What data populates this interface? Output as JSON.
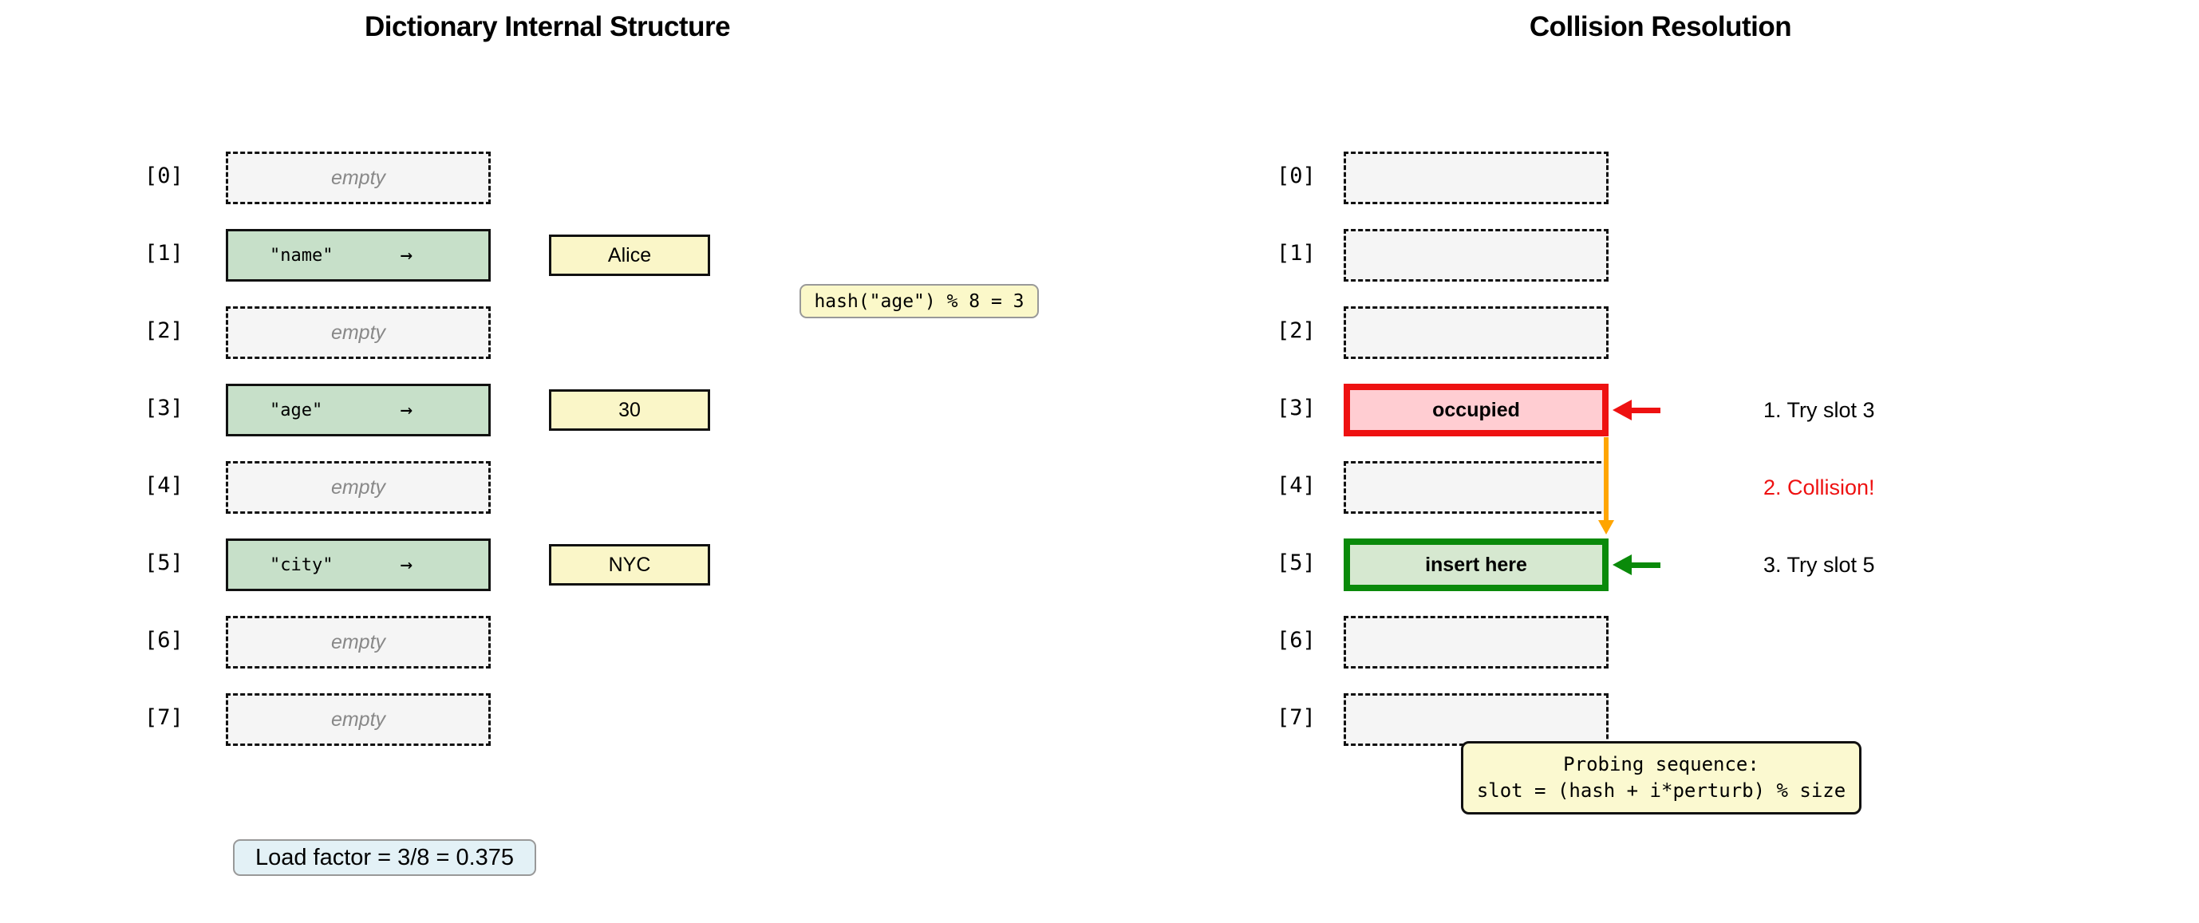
{
  "left_panel": {
    "title": "Dictionary Internal Structure",
    "slots": [
      {
        "index_label": "[0]",
        "state": "empty",
        "text": "empty"
      },
      {
        "index_label": "[1]",
        "state": "filled",
        "key": "\"name\"",
        "arrow": "→",
        "value": "Alice"
      },
      {
        "index_label": "[2]",
        "state": "empty",
        "text": "empty"
      },
      {
        "index_label": "[3]",
        "state": "filled",
        "key": "\"age\"",
        "arrow": "→",
        "value": "30"
      },
      {
        "index_label": "[4]",
        "state": "empty",
        "text": "empty"
      },
      {
        "index_label": "[5]",
        "state": "filled",
        "key": "\"city\"",
        "arrow": "→",
        "value": "NYC"
      },
      {
        "index_label": "[6]",
        "state": "empty",
        "text": "empty"
      },
      {
        "index_label": "[7]",
        "state": "empty",
        "text": "empty"
      }
    ],
    "hash_annotation": "hash(\"age\") % 8 = 3",
    "load_factor": "Load factor = 3/8 = 0.375"
  },
  "right_panel": {
    "title": "Collision Resolution",
    "slots": [
      {
        "index_label": "[0]",
        "state": "empty"
      },
      {
        "index_label": "[1]",
        "state": "empty"
      },
      {
        "index_label": "[2]",
        "state": "empty"
      },
      {
        "index_label": "[3]",
        "state": "occupied",
        "text": "occupied"
      },
      {
        "index_label": "[4]",
        "state": "empty"
      },
      {
        "index_label": "[5]",
        "state": "insert",
        "text": "insert here"
      },
      {
        "index_label": "[6]",
        "state": "empty"
      },
      {
        "index_label": "[7]",
        "state": "empty"
      }
    ],
    "steps": [
      {
        "text": "1. Try slot 3"
      },
      {
        "text": "2. Collision!"
      },
      {
        "text": "3. Try slot 5"
      }
    ],
    "probing_line1": "Probing sequence:",
    "probing_line2": "slot = (hash + i*perturb) % size"
  },
  "colors": {
    "filled_slot_bg": "#c7e0c9",
    "value_bg": "#faf6c8",
    "empty_bg": "#f5f5f5",
    "occupied_bg": "#ffcdd2",
    "occupied_border": "#ee1111",
    "insert_bg": "#d6e8d0",
    "insert_border": "#0a8a0a",
    "red_arrow": "#ee1111",
    "green_arrow": "#0a8a0a",
    "orange_arrow": "#ffa500",
    "note_yellow_bg": "#fbf8c9",
    "note_blue_bg": "#e3f1f6",
    "probing_bg": "#fbf9d0",
    "step2_color": "#ee1111",
    "step_color": "#000000"
  }
}
